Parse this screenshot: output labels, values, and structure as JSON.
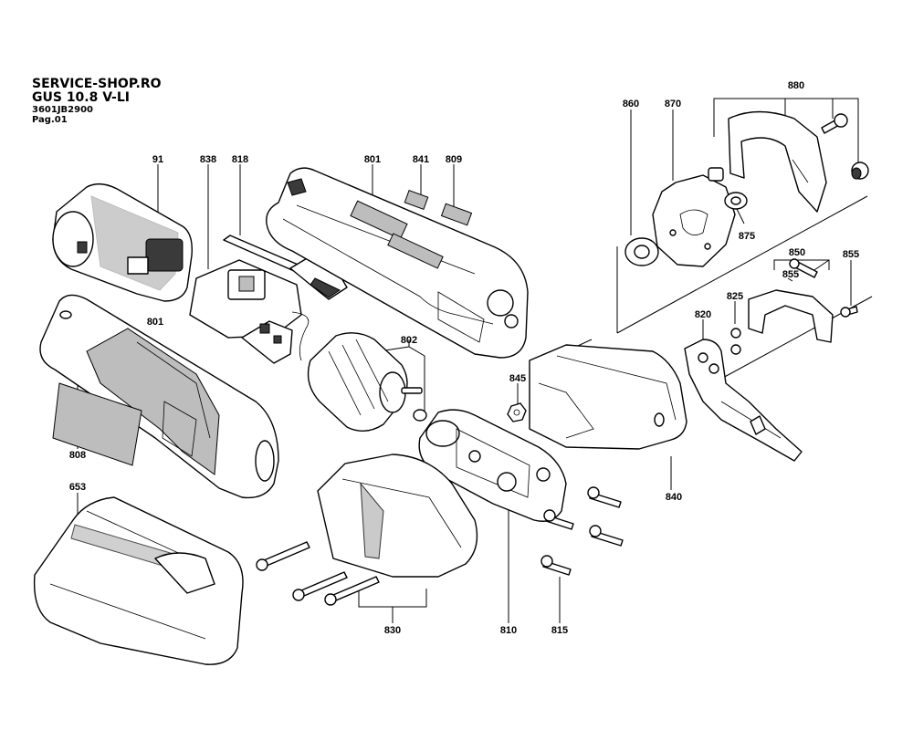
{
  "header": {
    "shop": "SERVICE-SHOP.RO",
    "model": "GUS 10.8 V-LI",
    "code": "3601JB2900",
    "page": "Pag.01"
  },
  "labels": {
    "p91": "91",
    "p838": "838",
    "p818": "818",
    "p801a": "801",
    "p841": "841",
    "p809": "809",
    "p860": "860",
    "p870": "870",
    "p880": "880",
    "p875": "875",
    "p850": "850",
    "p855": "855",
    "p855b": "855",
    "p825": "825",
    "p820": "820",
    "p801b": "801",
    "p802": "802",
    "p845": "845",
    "p808": "808",
    "p840": "840",
    "p653": "653",
    "p830": "830",
    "p810": "810",
    "p815": "815"
  }
}
